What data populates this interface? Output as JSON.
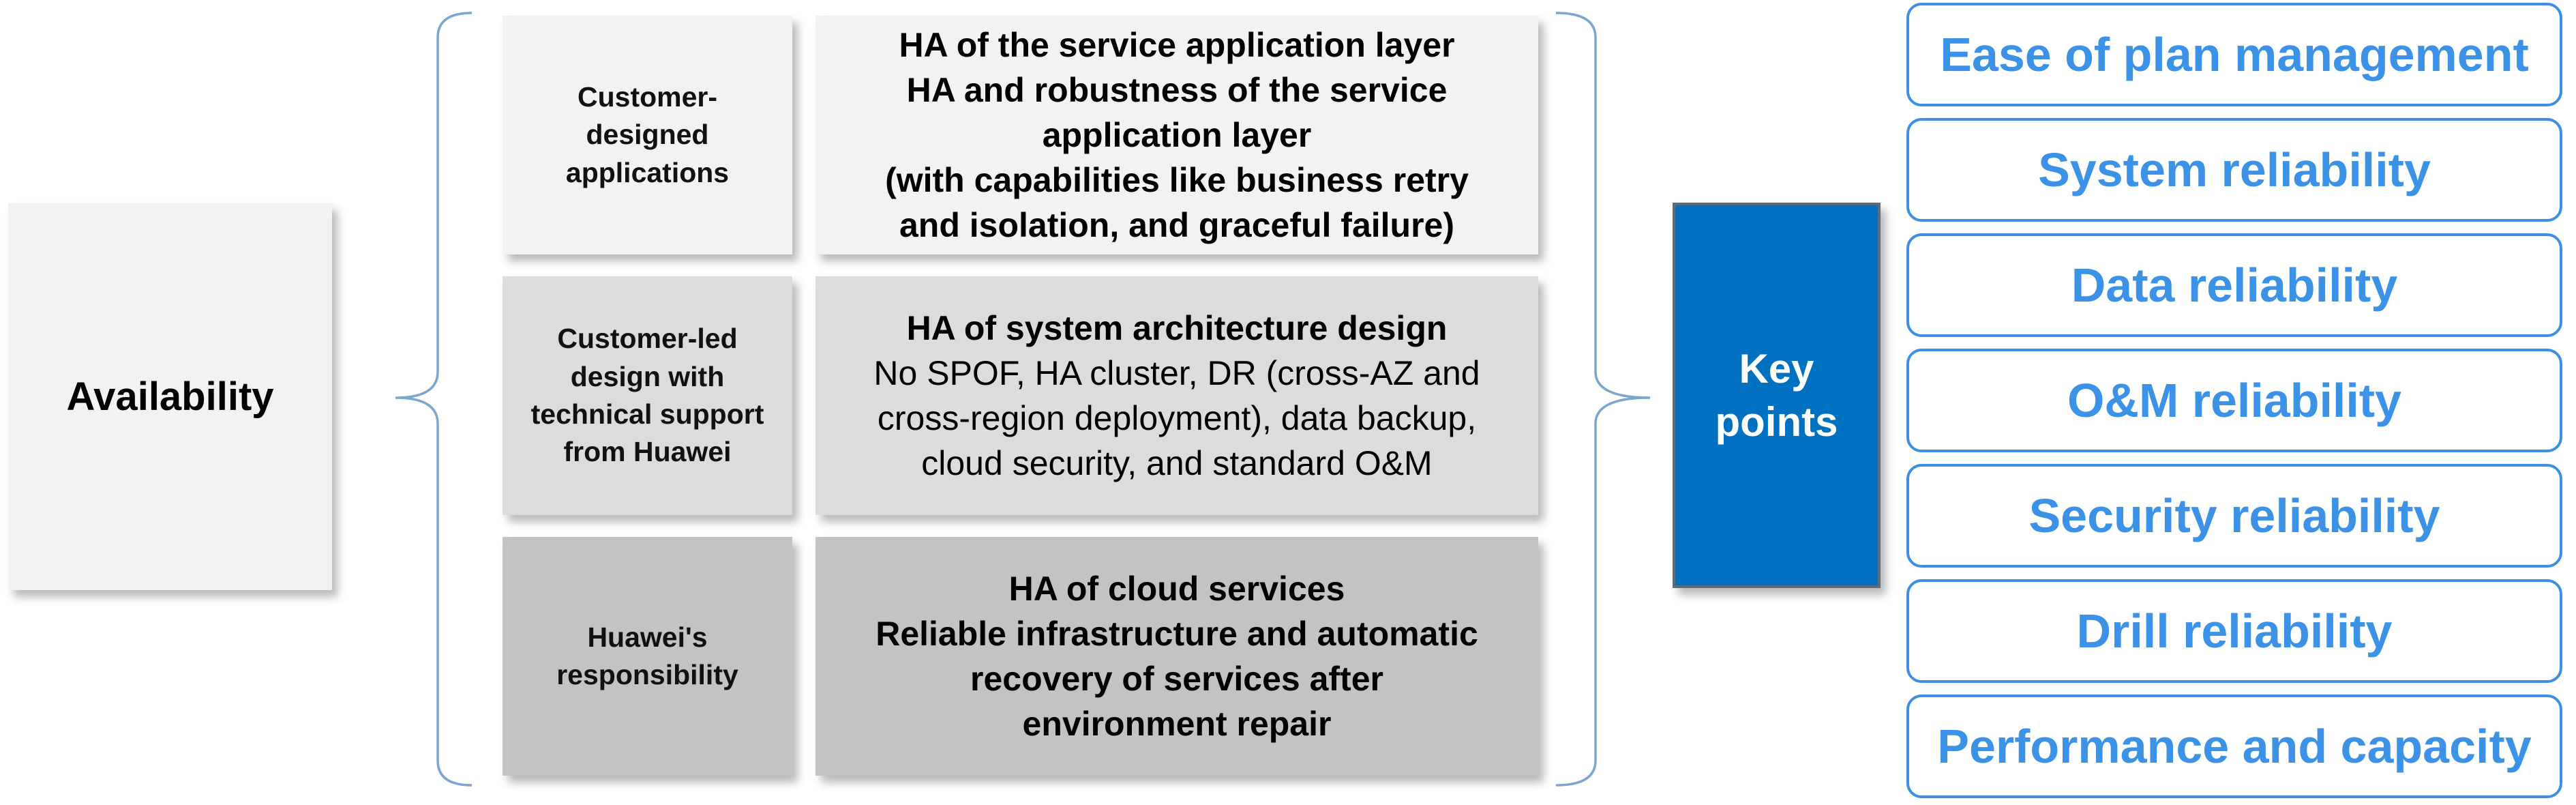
{
  "availability": {
    "label": "Availability"
  },
  "layers": [
    {
      "responsibility": "Customer-\ndesigned\napplications",
      "desc_lines": [
        {
          "text": "HA of the service application layer",
          "bold": true
        },
        {
          "text": "HA and robustness of the service",
          "bold": true
        },
        {
          "text": "application layer",
          "bold": true
        },
        {
          "text": "(with capabilities like business retry",
          "bold": true
        },
        {
          "text": "and isolation, and graceful failure)",
          "bold": true
        }
      ],
      "shade": "#f2f2f2"
    },
    {
      "responsibility": "Customer-led\ndesign with\ntechnical support\nfrom Huawei",
      "desc_lines": [
        {
          "text": "HA of system architecture design",
          "bold": true
        },
        {
          "text": "No SPOF, HA cluster, DR (cross-AZ and",
          "bold": false
        },
        {
          "text": "cross-region deployment), data backup,",
          "bold": false
        },
        {
          "text": "cloud security, and standard O&M",
          "bold": false
        }
      ],
      "shade": "#dcdcdc"
    },
    {
      "responsibility": "Huawei's\nresponsibility",
      "desc_lines": [
        {
          "text": "HA of cloud services",
          "bold": true
        },
        {
          "text": "Reliable infrastructure and automatic",
          "bold": true
        },
        {
          "text": "recovery of services after",
          "bold": true
        },
        {
          "text": "environment repair",
          "bold": true
        }
      ],
      "shade": "#c3c3c3"
    }
  ],
  "key_points": {
    "label": "Key\npoints",
    "items": [
      "Ease of plan management",
      "System reliability",
      "Data reliability",
      "O&M reliability",
      "Security reliability",
      "Drill reliability",
      "Performance and capacity"
    ]
  },
  "colors": {
    "key_points_fill": "#0070c0",
    "item_border": "#3d8fe3",
    "item_text": "#3b92e6",
    "brace": "#7aa6cf"
  }
}
